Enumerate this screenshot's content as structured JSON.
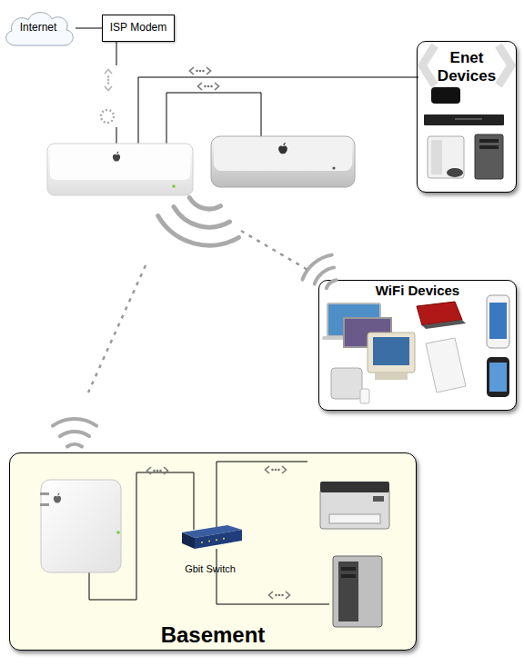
{
  "diagram": {
    "nodes": [
      {
        "text": [
          "Internet"
        ]
      },
      {
        "text": [
          "ISP Modem"
        ]
      },
      {
        "text": [
          "Enet Devices"
        ]
      },
      {
        "text": [
          "WiFi Devices"
        ]
      },
      {
        "text": [
          "Basement"
        ]
      },
      {
        "text": [
          "Gbit Switch"
        ],
        "in": 4
      }
    ],
    "edges": [
      {
        "from": 0,
        "to": 1,
        "arrow": "none"
      }
    ]
  }
}
